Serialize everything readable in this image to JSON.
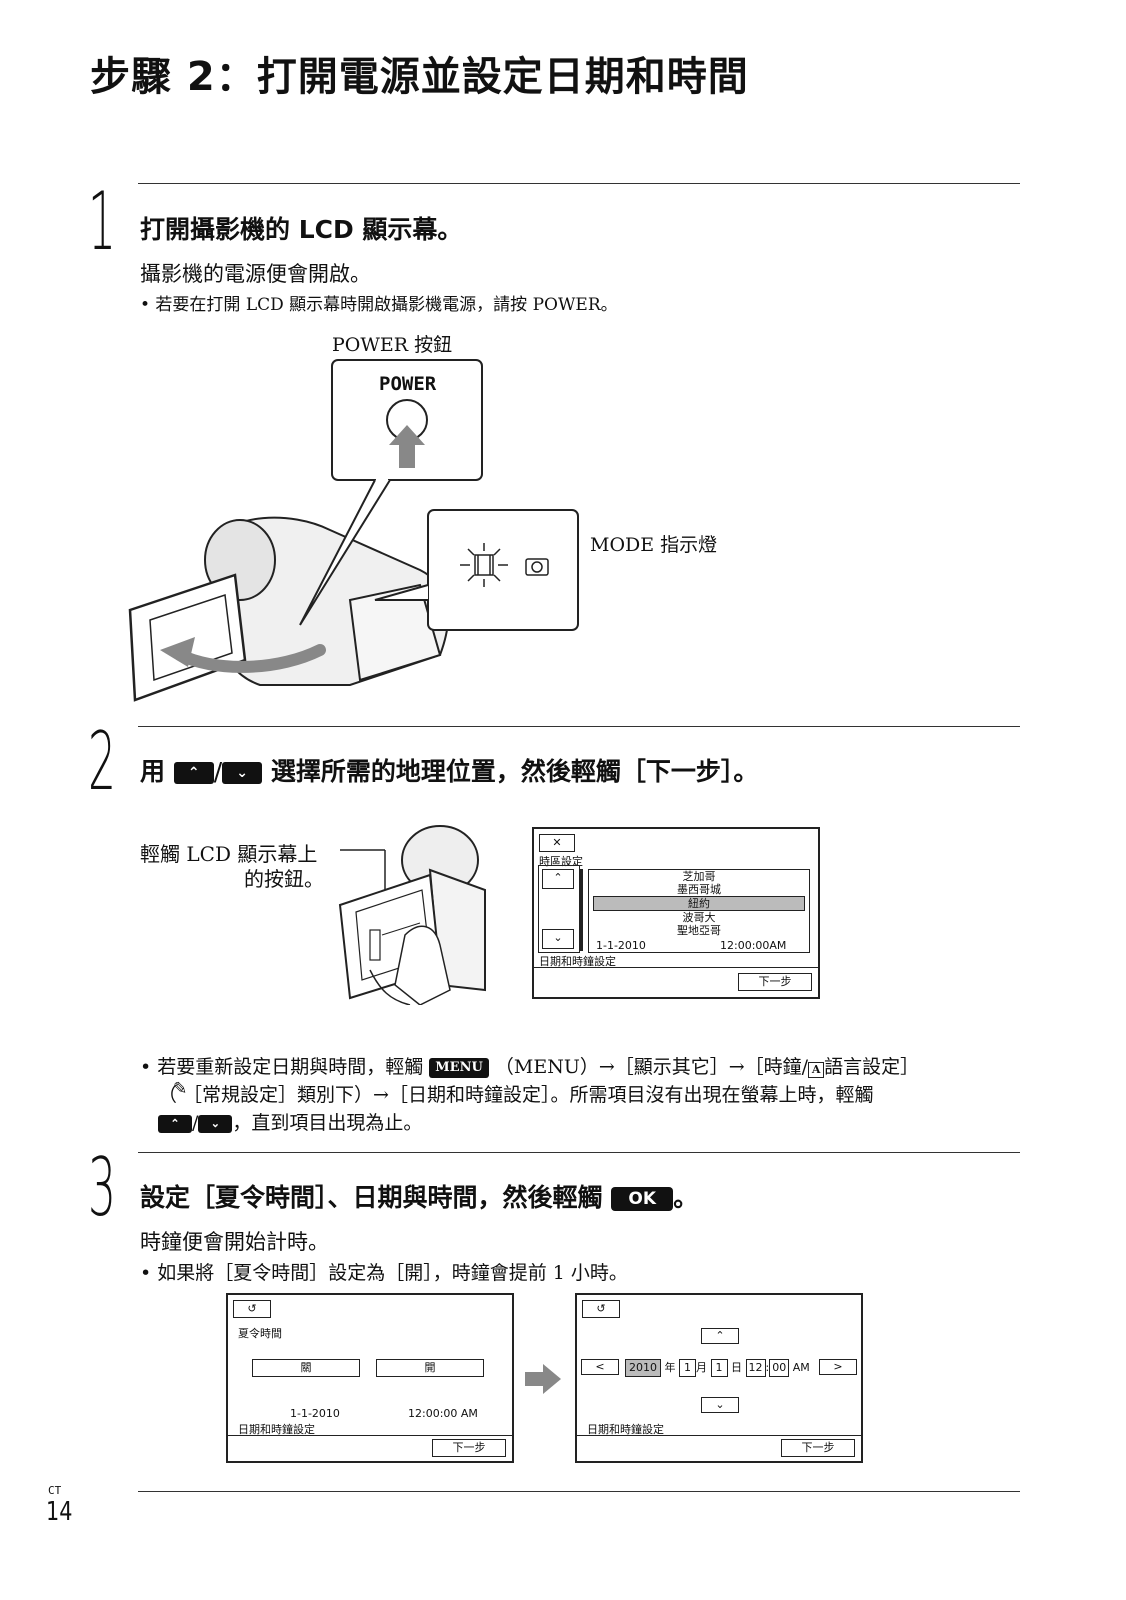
{
  "page": {
    "title": "步驟 2：打開電源並設定日期和時間",
    "page_number": "14",
    "lang_code": "CT"
  },
  "step1": {
    "number": "1",
    "title": "打開攝影機的 LCD 顯示幕。",
    "body": "攝影機的電源便會開啟。",
    "bullet": "• 若要在打開 LCD 顯示幕時開啟攝影機電源，請按 POWER。",
    "illustration": {
      "power_button_label": "POWER 按鈕",
      "power_text": "POWER",
      "mode_indicator_label": "MODE 指示燈"
    }
  },
  "step2": {
    "number": "2",
    "title_pre": "用",
    "title_post": "選擇所需的地理位置，然後輕觸［下一步］。",
    "up_icon": "chevron-up-icon",
    "down_icon": "chevron-down-icon",
    "touch_label_line1": "輕觸 LCD 顯示幕上",
    "touch_label_line2": "的按鈕。",
    "screen": {
      "close": "✕",
      "heading": "時區設定",
      "cities": [
        "芝加哥",
        "墨西哥城",
        "紐約",
        "波哥大",
        "聖地亞哥"
      ],
      "selected_index": 2,
      "date": "1-1-2010",
      "time": "12:00:00AM",
      "footer_label": "日期和時鐘設定",
      "next": "下一步"
    },
    "bullet_line1_a": "• 若要重新設定日期與時間，輕觸",
    "menu_badge": "MENU",
    "bullet_line1_b": "（MENU）→［顯示其它］→［時鐘/",
    "lang_icon_glyph": "A",
    "bullet_line1_c": "語言設定］",
    "bullet_line2": "（  ［常規設定］類別下）→［日期和時鐘設定］。所需項目沒有出現在螢幕上時，輕觸",
    "bullet_line3": "，直到項目出現為止。"
  },
  "step3": {
    "number": "3",
    "title": "設定［夏令時間］、日期與時間，然後輕觸",
    "ok_badge": "OK",
    "title_end": "。",
    "body": "時鐘便會開始計時。",
    "bullet": "• 如果將［夏令時間］設定為［開］，時鐘會提前 1 小時。",
    "screen1": {
      "back": "↺",
      "heading": "夏令時間",
      "option_left": "關",
      "option_right": "開",
      "date": "1-1-2010",
      "time": "12:00:00 AM",
      "footer_label": "日期和時鐘設定",
      "next": "下一步"
    },
    "screen2": {
      "back": "↺",
      "year": "2010",
      "year_unit": "年",
      "month": "1",
      "month_unit": "月",
      "day": "1",
      "day_unit": "日",
      "hour": "12",
      "minute": "00",
      "ampm": "AM",
      "footer_label": "日期和時鐘設定",
      "next": "下一步"
    }
  }
}
